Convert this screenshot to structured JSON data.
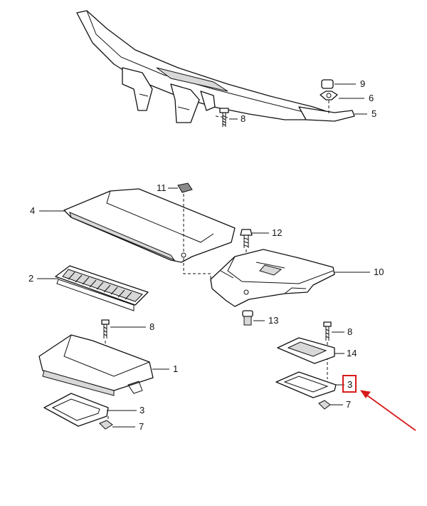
{
  "callouts": {
    "top": {
      "c9": "9",
      "c6": "6",
      "c5": "5",
      "c8": "8"
    },
    "filter_box": {
      "c11": "11",
      "c4": "4",
      "c2": "2",
      "c8": "8",
      "c1": "1",
      "c3": "3",
      "c7": "7"
    },
    "right": {
      "c12": "12",
      "c10": "10",
      "c13": "13",
      "c8": "8",
      "c14": "14",
      "c3": "3",
      "c7": "7"
    }
  },
  "highlight": {
    "label": "3",
    "color": "#d81b1b"
  },
  "colors": {
    "line": "#111111",
    "highlight": "#d81b1b",
    "background": "#ffffff"
  }
}
